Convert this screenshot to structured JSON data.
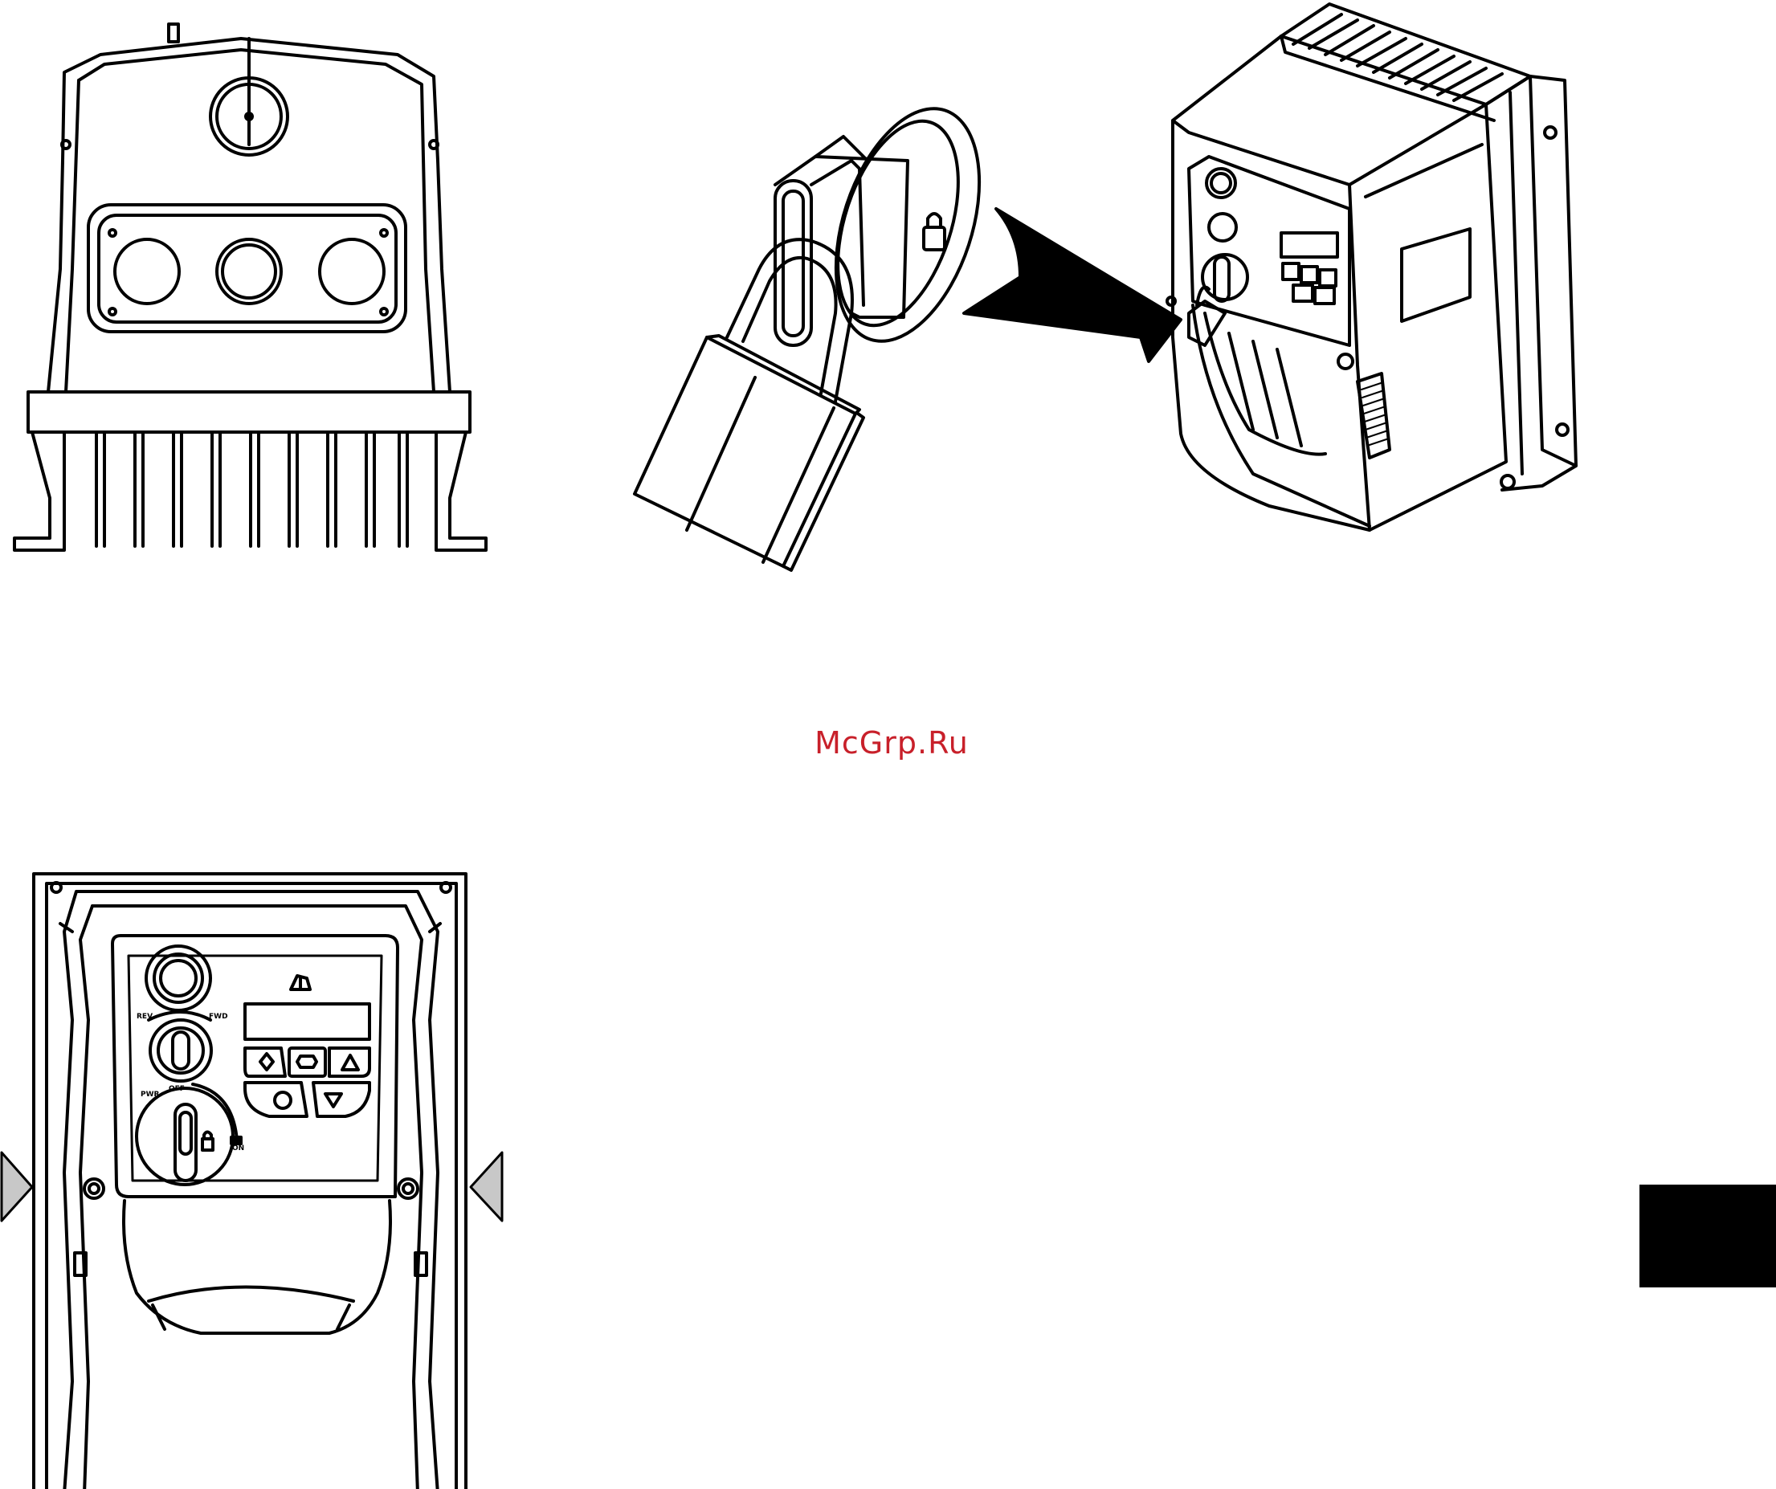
{
  "watermark": {
    "text": "McGrp.Ru",
    "color": "#c8202a"
  },
  "front_panel": {
    "label_rev": "REV",
    "label_fwd": "FWD",
    "label_pwr": "PWR",
    "label_off": "OFF",
    "label_on": "ON"
  },
  "colors": {
    "line": "#000000",
    "background": "#ffffff",
    "tab": "#000000",
    "marker_fill": "#c8c8c8"
  }
}
